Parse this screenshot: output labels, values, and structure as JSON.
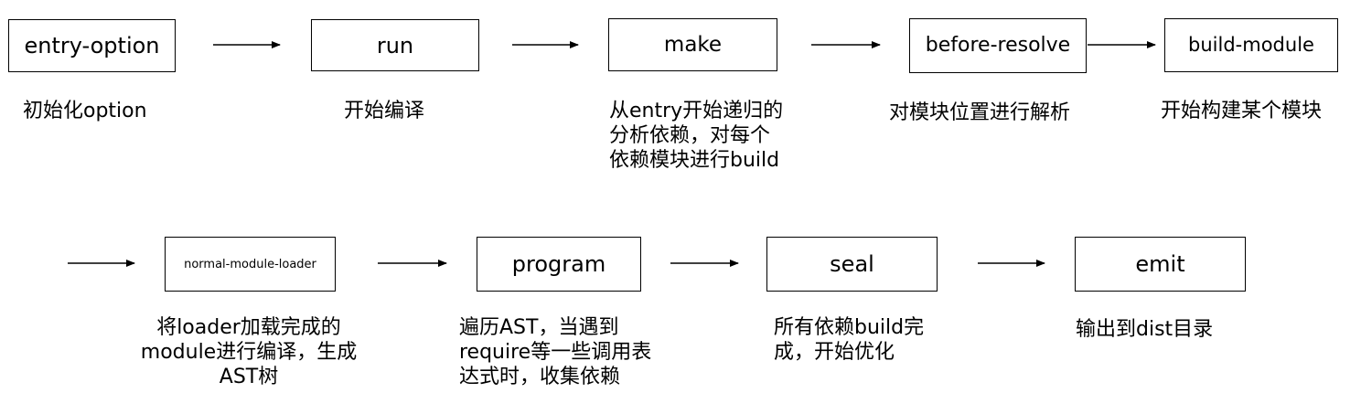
{
  "nodes": [
    {
      "id": "entry-option",
      "label": "entry-option",
      "description": "初始化option"
    },
    {
      "id": "run",
      "label": "run",
      "description": "开始编译"
    },
    {
      "id": "make",
      "label": "make",
      "description": "从entry开始递归的\n分析依赖，对每个\n依赖模块进行build"
    },
    {
      "id": "before-resolve",
      "label": "before-resolve",
      "description": "对模块位置进行解析"
    },
    {
      "id": "build-module",
      "label": "build-module",
      "description": "开始构建某个模块"
    },
    {
      "id": "normal-module-loader",
      "label": "normal-module-loader",
      "description": "将loader加载完成的\nmodule进行编译，生成\nAST树"
    },
    {
      "id": "program",
      "label": "program",
      "description": "遍历AST，当遇到\nrequire等一些调用表\n达式时，收集依赖"
    },
    {
      "id": "seal",
      "label": "seal",
      "description": "所有依赖build完\n成，开始优化"
    },
    {
      "id": "emit",
      "label": "emit",
      "description": "输出到dist目录"
    }
  ],
  "colors": {
    "stroke": "#000000",
    "background": "#ffffff",
    "text": "#000000"
  }
}
